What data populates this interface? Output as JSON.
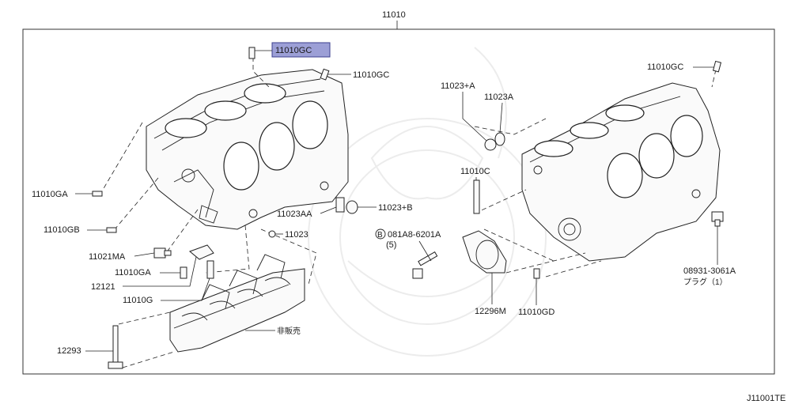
{
  "diagram": {
    "assembly_number": "11010",
    "figure_code": "J11001TE",
    "highlighted_part": "11010GC",
    "callouts": {
      "gc_top_left": "11010GC",
      "gc_top_mid": "11010GC",
      "gc_right": "11010GC",
      "ga": "11010GA",
      "gb": "11010GB",
      "ma": "11021MA",
      "ga2": "11010GA",
      "p12121": "12121",
      "g": "11010G",
      "p12293": "12293",
      "aa": "11023AA",
      "b": "11023+B",
      "p11023": "11023",
      "plus_a": "11023+A",
      "a": "11023A",
      "c": "11010C",
      "bolt_circle": "B",
      "bolt": "081A8-6201A",
      "bolt_qty": "(5)",
      "seal": "12296M",
      "gd": "11010GD",
      "plug": "08931-3061A",
      "plug_qty": "プラグ（1）",
      "not_for_sale": "非販売"
    }
  }
}
